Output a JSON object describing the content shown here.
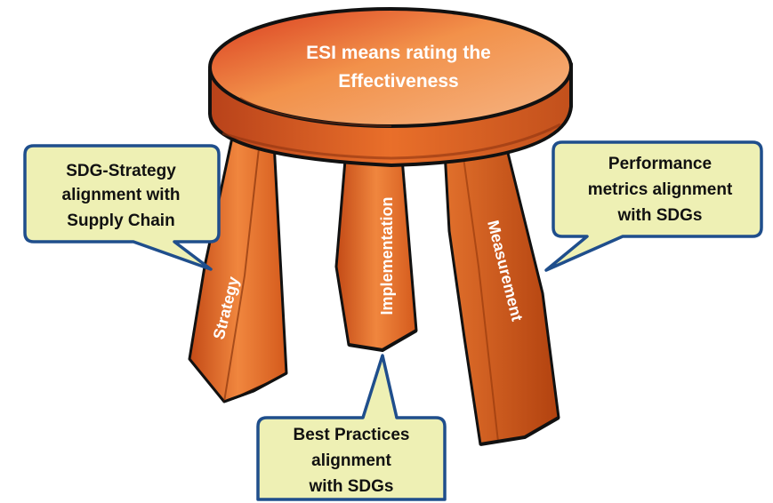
{
  "stool": {
    "seat_text_line1": "ESI means rating the",
    "seat_text_line2": "Effectiveness",
    "legs": {
      "left": "Strategy",
      "middle": "Implementation",
      "right": "Measurement"
    }
  },
  "callouts": {
    "strategy": {
      "line1": "SDG-Strategy",
      "line2": "alignment with",
      "line3": "Supply Chain"
    },
    "performance": {
      "line1": "Performance",
      "line2": "metrics alignment",
      "line3": "with  SDGs"
    },
    "best_practices": {
      "line1": "Best Practices",
      "line2": "alignment",
      "line3": "with SDGs"
    }
  },
  "colors": {
    "stool_orange": "#e2691f",
    "stool_light": "#f6a96e",
    "stool_dark": "#b34512",
    "outline": "#111111",
    "callout_fill": "#eef0b4",
    "callout_border": "#1f4e8c"
  }
}
